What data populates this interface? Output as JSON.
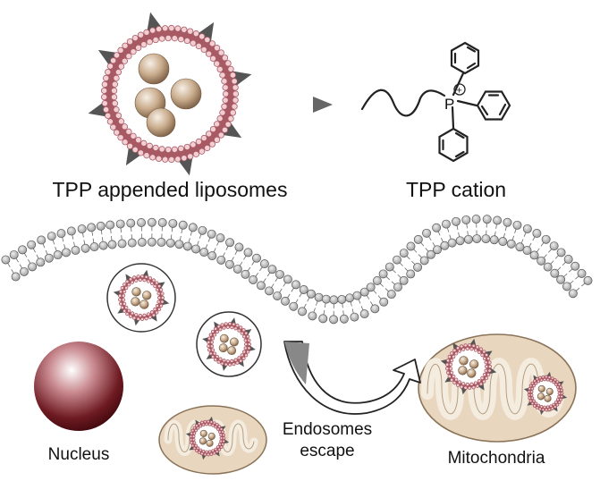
{
  "labels": {
    "liposome": "TPP appended liposomes",
    "cation": "TPP cation",
    "phosphorus": "P",
    "charge": "+",
    "nucleus": "Nucleus",
    "escape_line1": "Endosomes",
    "escape_line2": "escape",
    "mitochondria": "Mitochondria"
  },
  "colors": {
    "lipid_head": "#c9c9c9",
    "lipid_head_pink": "#f2cfd3",
    "tail_pink": "#a85a64",
    "spike": "#555555",
    "cargo": "#a88a6a",
    "mito_fill": "#e8d6bf",
    "mito_inner": "#f5ece0",
    "nucleus_dark": "#5a0f14"
  }
}
